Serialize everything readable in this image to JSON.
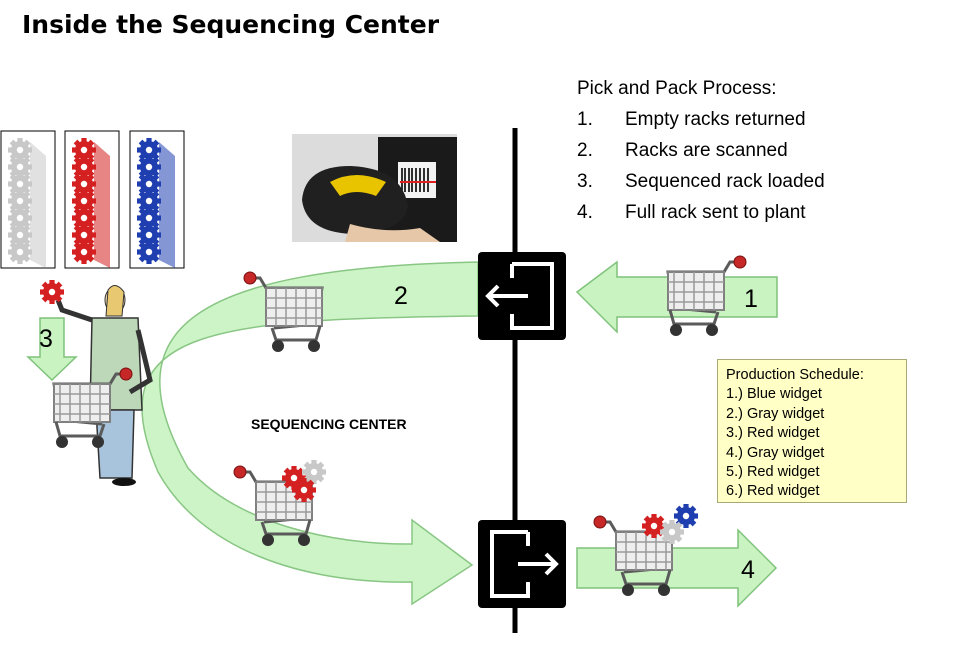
{
  "title": "Inside the Sequencing Center",
  "process": {
    "title": "Pick and Pack Process:",
    "steps": [
      {
        "num": "1.",
        "text": "Empty racks returned"
      },
      {
        "num": "2.",
        "text": "Racks are scanned"
      },
      {
        "num": "3.",
        "text": "Sequenced rack loaded"
      },
      {
        "num": "4.",
        "text": "Full rack sent to plant"
      }
    ]
  },
  "schedule": {
    "title": "Production Schedule:",
    "items": [
      "1.) Blue widget",
      "2.) Gray widget",
      "3.) Red widget",
      "4.) Gray widget",
      "5.) Red widget",
      "6.) Red widget"
    ]
  },
  "center_label": "SEQUENCING CENTER",
  "step_labels": {
    "s1": "1",
    "s2": "2",
    "s3": "3",
    "s4": "4"
  },
  "colors": {
    "arrow_fill": "#c9f4c2",
    "arrow_stroke": "#7fc27a",
    "widget_gray": "#c8c8c8",
    "widget_red": "#d42020",
    "widget_blue": "#1f3fb0",
    "door": "#000000"
  },
  "icons": [
    "enter-door-icon",
    "exit-door-icon",
    "shopping-cart-icon",
    "barcode-scanner-icon",
    "worker-icon",
    "gear-icon"
  ]
}
